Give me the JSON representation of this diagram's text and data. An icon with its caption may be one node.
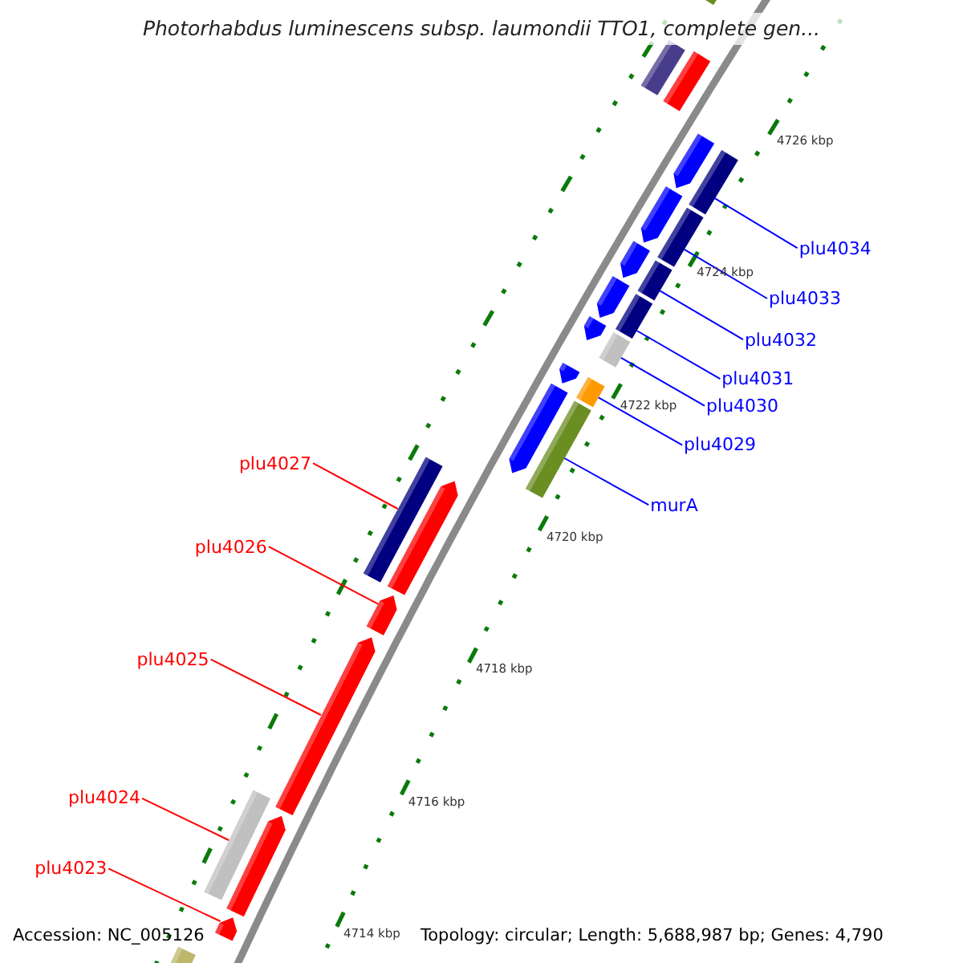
{
  "diagram": {
    "title": "Photorhabdus luminescens subsp. laumondii TTO1, complete gen...",
    "nodes": [
      {
        "text": [
          "plu4034"
        ]
      },
      {
        "text": [],
        "shape": "bar"
      },
      {
        "text": [
          "plu4033"
        ]
      },
      {
        "text": [],
        "shape": "bar"
      },
      {
        "text": [
          "plu4032"
        ]
      },
      {
        "text": [],
        "shape": "bar"
      },
      {
        "text": [
          "plu4031"
        ]
      },
      {
        "text": [],
        "shape": "bar"
      },
      {
        "text": [
          "plu4030"
        ]
      },
      {
        "text": [],
        "shape": "bar"
      },
      {
        "text": [
          "plu4029"
        ]
      },
      {
        "text": [],
        "shape": "bar"
      },
      {
        "text": [
          "murA"
        ]
      },
      {
        "text": [],
        "shape": "bar"
      },
      {
        "text": [
          "plu4027"
        ]
      },
      {
        "text": [],
        "shape": "bar"
      },
      {
        "text": [
          "plu4026"
        ]
      },
      {
        "text": [],
        "shape": "arrow"
      },
      {
        "text": [
          "plu4025"
        ]
      },
      {
        "text": [],
        "shape": "arrow"
      },
      {
        "text": [
          "plu4024"
        ]
      },
      {
        "text": [],
        "shape": "bar"
      },
      {
        "text": [
          "plu4023"
        ]
      },
      {
        "text": [],
        "shape": "arrow"
      },
      {
        "text": [],
        "shape": "arrow"
      },
      {
        "text": [],
        "shape": "arrow"
      },
      {
        "text": [],
        "shape": "arrow"
      },
      {
        "text": [],
        "shape": "arrow"
      },
      {
        "text": [],
        "shape": "arrow"
      },
      {
        "text": [],
        "shape": "arrow"
      },
      {
        "text": [],
        "shape": "arrow"
      },
      {
        "text": [],
        "shape": "bar"
      },
      {
        "text": [],
        "shape": "bar"
      },
      {
        "text": [],
        "shape": "bar"
      },
      {
        "text": [],
        "shape": "arrow"
      },
      {
        "text": [],
        "shape": "arrow"
      },
      {
        "text": [],
        "shape": "bar"
      }
    ],
    "edges": [
      {
        "from": 0,
        "to": 1,
        "arrow": "none"
      },
      {
        "from": 2,
        "to": 3,
        "arrow": "none"
      },
      {
        "from": 4,
        "to": 5,
        "arrow": "none"
      },
      {
        "from": 6,
        "to": 7,
        "arrow": "none"
      },
      {
        "from": 8,
        "to": 9,
        "arrow": "none"
      },
      {
        "from": 10,
        "to": 11,
        "arrow": "none"
      },
      {
        "from": 12,
        "to": 13,
        "arrow": "none"
      },
      {
        "from": 14,
        "to": 15,
        "arrow": "none",
        "color": "#ff0000"
      },
      {
        "from": 16,
        "to": 17,
        "arrow": "none",
        "color": "#ff0000"
      },
      {
        "from": 18,
        "to": 19,
        "arrow": "none",
        "color": "#ff0000"
      },
      {
        "from": 20,
        "to": 21,
        "arrow": "none",
        "color": "#ff0000"
      },
      {
        "from": 22,
        "to": 23,
        "arrow": "none",
        "color": "#ff0000"
      }
    ],
    "labels": [
      "4726 kbp",
      "4724 kbp",
      "4722 kbp",
      "4720 kbp",
      "4718 kbp",
      "4716 kbp",
      "4714 kbp",
      "Accession: NC_005126",
      "Topology: circular; Length: 5,688,987 bp; Genes: 4,790"
    ]
  }
}
